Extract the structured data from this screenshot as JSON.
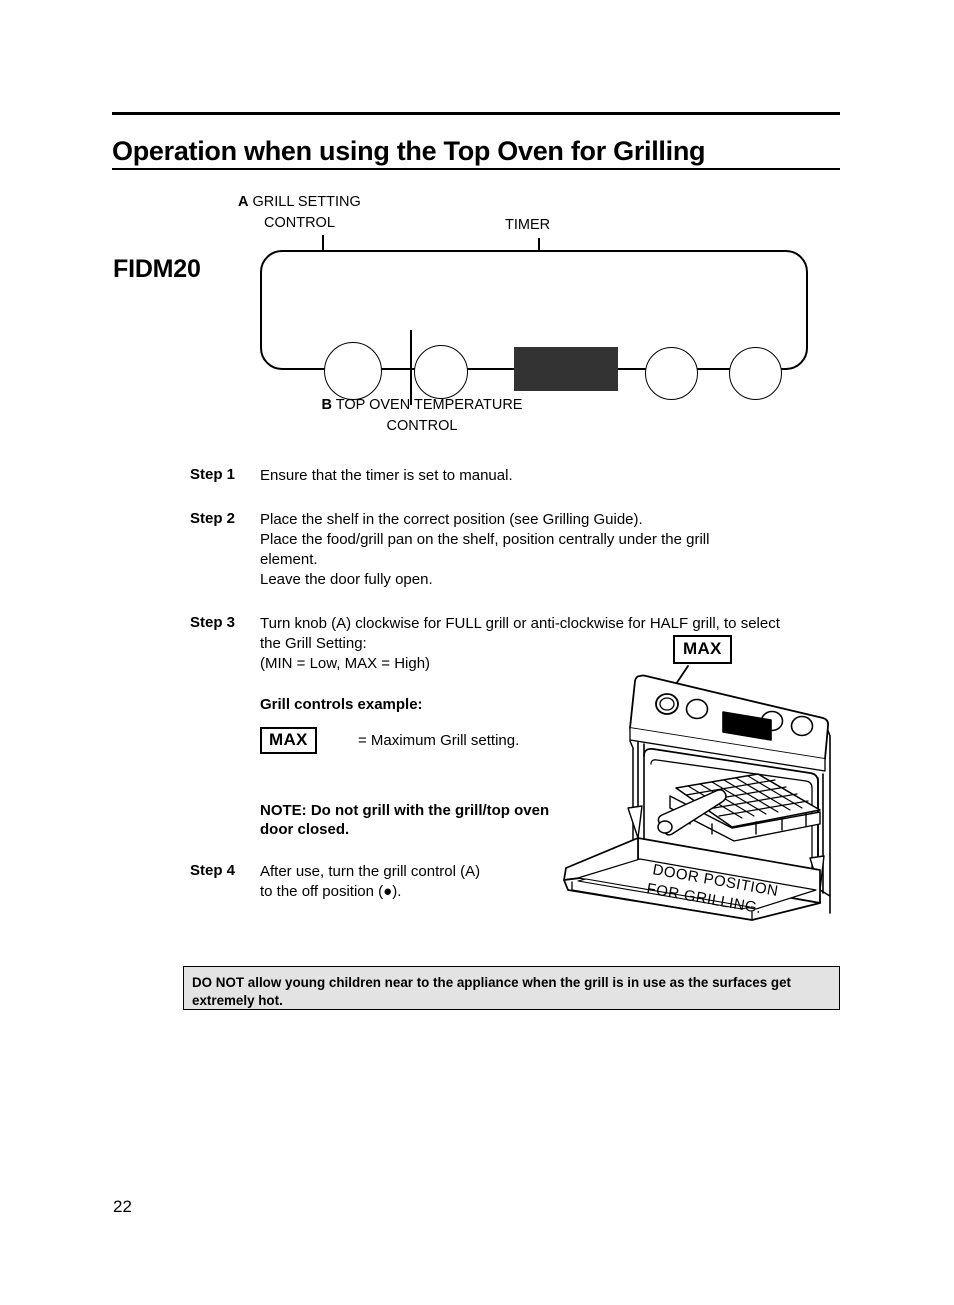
{
  "header": {
    "title": "Operation when using the Top Oven for Grilling"
  },
  "model": {
    "name": "FIDM20"
  },
  "control_panel": {
    "callout_a_letter": "A",
    "callout_a_text": "GRILL SETTING",
    "callout_a_text2": "CONTROL",
    "timer_label": "TIMER",
    "callout_b_letter": "B",
    "callout_b_text": "TOP OVEN TEMPERATURE",
    "callout_b_text2": "CONTROL"
  },
  "steps": [
    {
      "label": "Step 1",
      "lines": [
        "Ensure that the timer is set to manual."
      ]
    },
    {
      "label": "Step 2",
      "lines": [
        "Place the shelf in the correct position (see Grilling Guide).",
        "Place the food/grill pan on the shelf, position centrally under the grill",
        "element.",
        "Leave the door fully open."
      ]
    },
    {
      "label": "Step 3",
      "lines": [
        "Turn knob (A) clockwise for FULL grill or anti-clockwise for HALF grill, to select",
        "the Grill Setting:",
        "(MIN = Low,  MAX = High)"
      ]
    },
    {
      "label": "Step 4",
      "lines": [
        "After use, turn the grill control (A)",
        "to the off position (●)."
      ]
    }
  ],
  "grill_example": {
    "heading": "Grill controls example:",
    "box_label": "MAX",
    "description": "= Maximum Grill setting."
  },
  "note": {
    "line1": "NOTE: Do not grill with the grill/top",
    "line2": "oven door closed."
  },
  "oven_diagram": {
    "max_badge": "MAX",
    "door_text_line1": "DOOR POSITION",
    "door_text_line2": "FOR GRILLING."
  },
  "warning": {
    "line1": "DO NOT allow young children near to the appliance when the grill is in use as the surfaces",
    "line2": "get extremely hot."
  },
  "footer": {
    "page_number": "22"
  },
  "colors": {
    "ink": "#000000",
    "timer_display": "#333333",
    "warning_background": "#e3e3e3",
    "page_background": "#ffffff"
  }
}
